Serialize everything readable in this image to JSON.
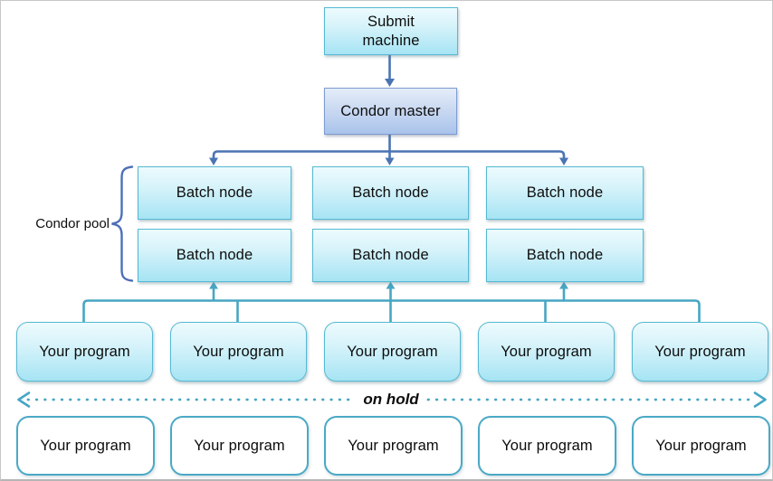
{
  "nodes": {
    "submit_machine": {
      "label": "Submit machine"
    },
    "condor_master": {
      "label": "Condor master"
    },
    "batch_nodes": [
      {
        "label": "Batch node"
      },
      {
        "label": "Batch node"
      },
      {
        "label": "Batch node"
      },
      {
        "label": "Batch node"
      },
      {
        "label": "Batch node"
      },
      {
        "label": "Batch node"
      }
    ],
    "running_programs": [
      {
        "label": "Your program"
      },
      {
        "label": "Your program"
      },
      {
        "label": "Your program"
      },
      {
        "label": "Your program"
      },
      {
        "label": "Your program"
      }
    ],
    "held_programs": [
      {
        "label": "Your program"
      },
      {
        "label": "Your program"
      },
      {
        "label": "Your program"
      },
      {
        "label": "Your program"
      },
      {
        "label": "Your program"
      }
    ]
  },
  "annotations": {
    "condor_pool_label": "Condor pool",
    "on_hold_label": "on hold"
  },
  "colors": {
    "cyan_box_border": "#56b9d3",
    "blue_box_border": "#7d9cd1",
    "blue_connector": "#4a74b2",
    "teal_connector": "#46a6c3",
    "held_box_border": "#4aa9c6",
    "brace_color": "#4f6fb8"
  }
}
